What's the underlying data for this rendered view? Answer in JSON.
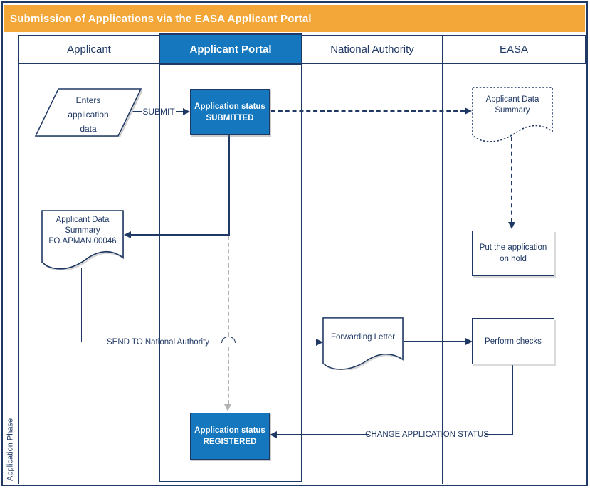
{
  "title": "Submission of Applications via the EASA Applicant Portal",
  "sidebar": {
    "phase_label": "Application Phase"
  },
  "lanes": [
    {
      "label": "Applicant",
      "highlight": false
    },
    {
      "label": "Applicant Portal",
      "highlight": true
    },
    {
      "label": "National Authority",
      "highlight": false
    },
    {
      "label": "EASA",
      "highlight": false
    }
  ],
  "shapes": {
    "enters_data": {
      "line1": "Enters",
      "line2": "application",
      "line3": "data",
      "type": "parallelogram",
      "lane": "Applicant"
    },
    "status_submitted": {
      "line1": "Application status",
      "line2": "SUBMITTED",
      "type": "process-highlight",
      "lane": "Applicant Portal"
    },
    "summary_easa": {
      "line1": "Applicant Data",
      "line2": "Summary",
      "type": "document-dotted",
      "lane": "EASA"
    },
    "put_on_hold": {
      "line1": "Put the application",
      "line2": "on hold",
      "type": "process",
      "lane": "EASA"
    },
    "summary_fo": {
      "line1": "Applicant Data",
      "line2": "Summary",
      "line3": "FO.APMAN.00046",
      "type": "document",
      "lane": "Applicant"
    },
    "forwarding_letter": {
      "line1": "Forwarding Letter",
      "type": "document",
      "lane": "National Authority"
    },
    "perform_checks": {
      "line1": "Perform checks",
      "type": "process",
      "lane": "EASA"
    },
    "status_registered": {
      "line1": "Application status",
      "line2": "REGISTERED",
      "type": "process-highlight",
      "lane": "Applicant Portal"
    }
  },
  "connectors": {
    "submit_label": "SUBMIT",
    "send_label": "SEND TO National Authority",
    "change_label": "CHANGE APPLICATION STATUS"
  },
  "colors": {
    "title_orange": "#F3A738",
    "accent_blue": "#1578BF",
    "navy": "#1F3864",
    "auto_transition_gray": "#B3B3B3"
  }
}
